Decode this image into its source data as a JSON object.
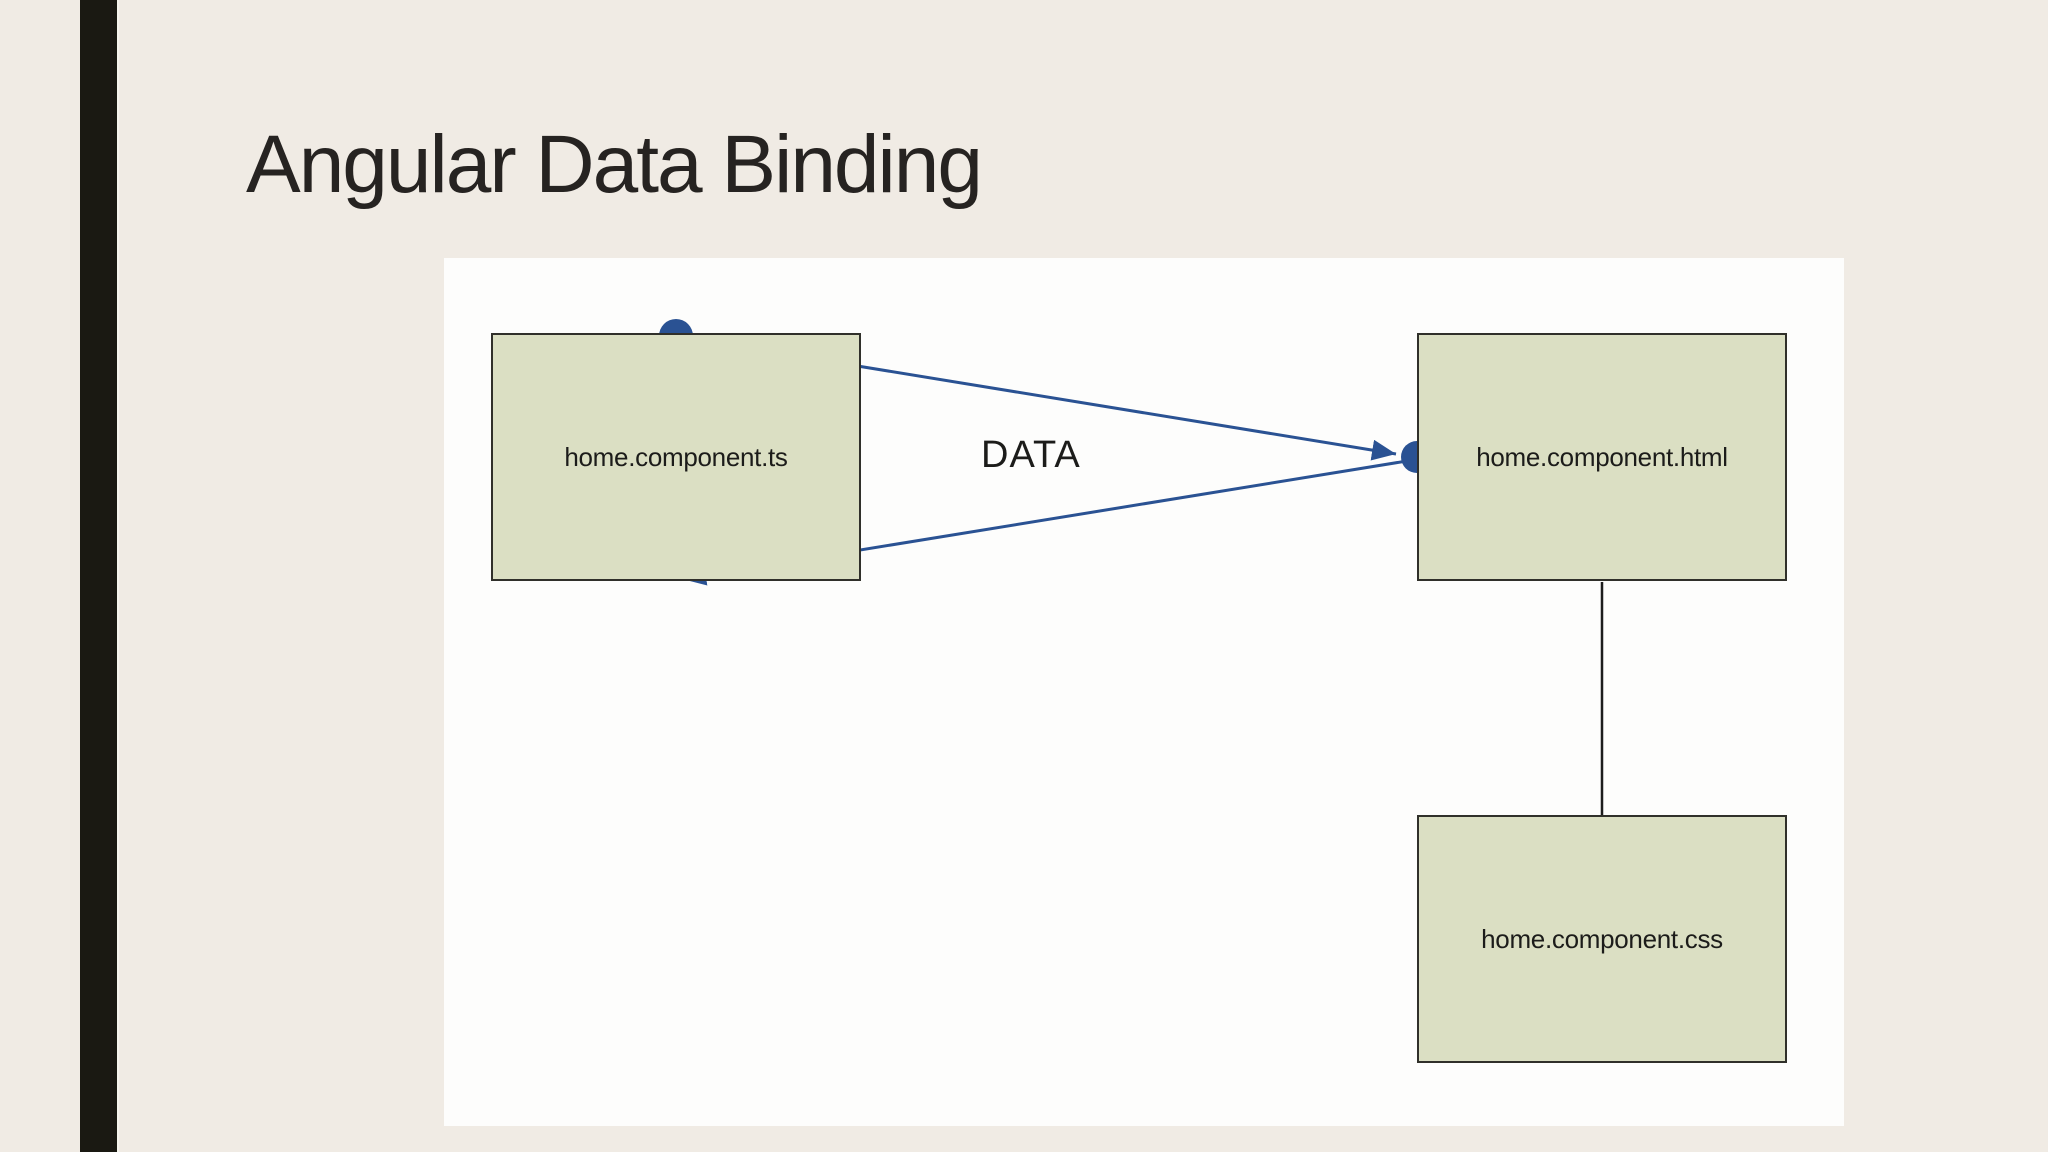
{
  "slide": {
    "title": "Angular Data Binding"
  },
  "diagram": {
    "data_label": "DATA",
    "nodes": {
      "ts": {
        "label": "home.component.ts"
      },
      "html": {
        "label": "home.component.html"
      },
      "css": {
        "label": "home.component.css"
      }
    },
    "connections": [
      {
        "from": "home.component.ts",
        "to": "home.component.html",
        "type": "arrow",
        "color": "#2a5293"
      },
      {
        "from": "home.component.html",
        "to": "home.component.ts",
        "type": "arrow",
        "color": "#2a5293"
      },
      {
        "from": "home.component.html",
        "to": "home.component.css",
        "type": "line",
        "color": "#1d1d1d"
      }
    ]
  },
  "colors": {
    "background": "#f0ebe4",
    "accent_bar": "#1a1912",
    "title_text": "#262321",
    "canvas": "#fdfdfc",
    "node_fill": "#dbdfc3",
    "node_border": "#30302a",
    "node_text": "#1c1c1a",
    "arrow_blue": "#2a5293",
    "connector_line": "#1d1d1d"
  }
}
